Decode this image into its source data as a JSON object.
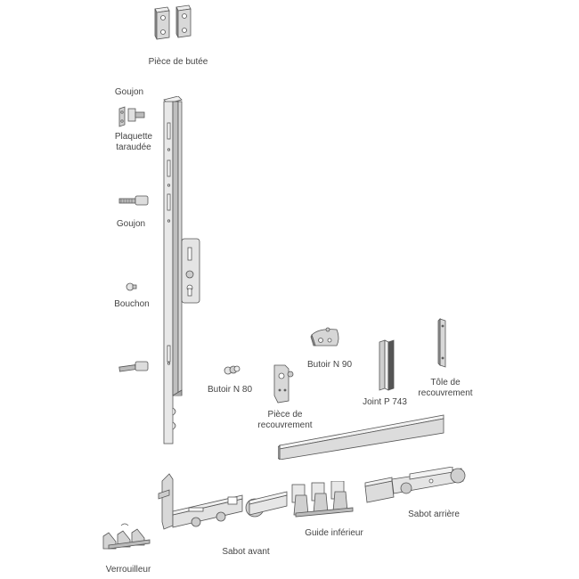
{
  "diagram": {
    "type": "exploded-parts-diagram",
    "colors": {
      "metal_light": "#e6e6e6",
      "metal_mid": "#c8c8c8",
      "metal_dark": "#8c8c8c",
      "outline": "#555555",
      "label": "#444444",
      "background": "#ffffff"
    },
    "labels": {
      "piece_de_butee": "Pièce de butée",
      "goujon_top": "Goujon",
      "plaquette_line1": "Plaquette",
      "plaquette_line2": "taraudée",
      "goujon_mid": "Goujon",
      "bouchon": "Bouchon",
      "butoir_n80": "Butoir N 80",
      "butoir_n90": "Butoir N 90",
      "piece_recouvrement_line1": "Pièce de",
      "piece_recouvrement_line2": "recouvrement",
      "joint_p743": "Joint P 743",
      "tole_line1": "Tôle de",
      "tole_line2": "recouvrement",
      "verrouilleur": "Verrouilleur",
      "sabot_avant": "Sabot avant",
      "guide_inferieur": "Guide inférieur",
      "sabot_arriere": "Sabot arrière"
    }
  }
}
